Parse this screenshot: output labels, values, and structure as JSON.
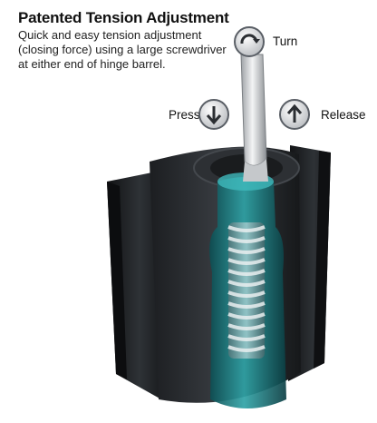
{
  "heading": {
    "title": "Patented Tension Adjustment"
  },
  "description": {
    "lines": [
      "Quick and easy tension adjustment",
      "(closing force) using a large screwdriver",
      "at either end of hinge barrel."
    ]
  },
  "callouts": {
    "turn": {
      "label": "Turn",
      "icon": "rotate-clockwise-icon"
    },
    "press": {
      "label": "Press",
      "icon": "arrow-down-icon"
    },
    "release": {
      "label": "Release",
      "icon": "arrow-up-icon"
    }
  },
  "colors": {
    "hinge_body": "#2a2d31",
    "spring_cutaway": "#1f8c8f",
    "screwdriver": "#d8dadc",
    "icon_ring": "#5a5f66"
  }
}
